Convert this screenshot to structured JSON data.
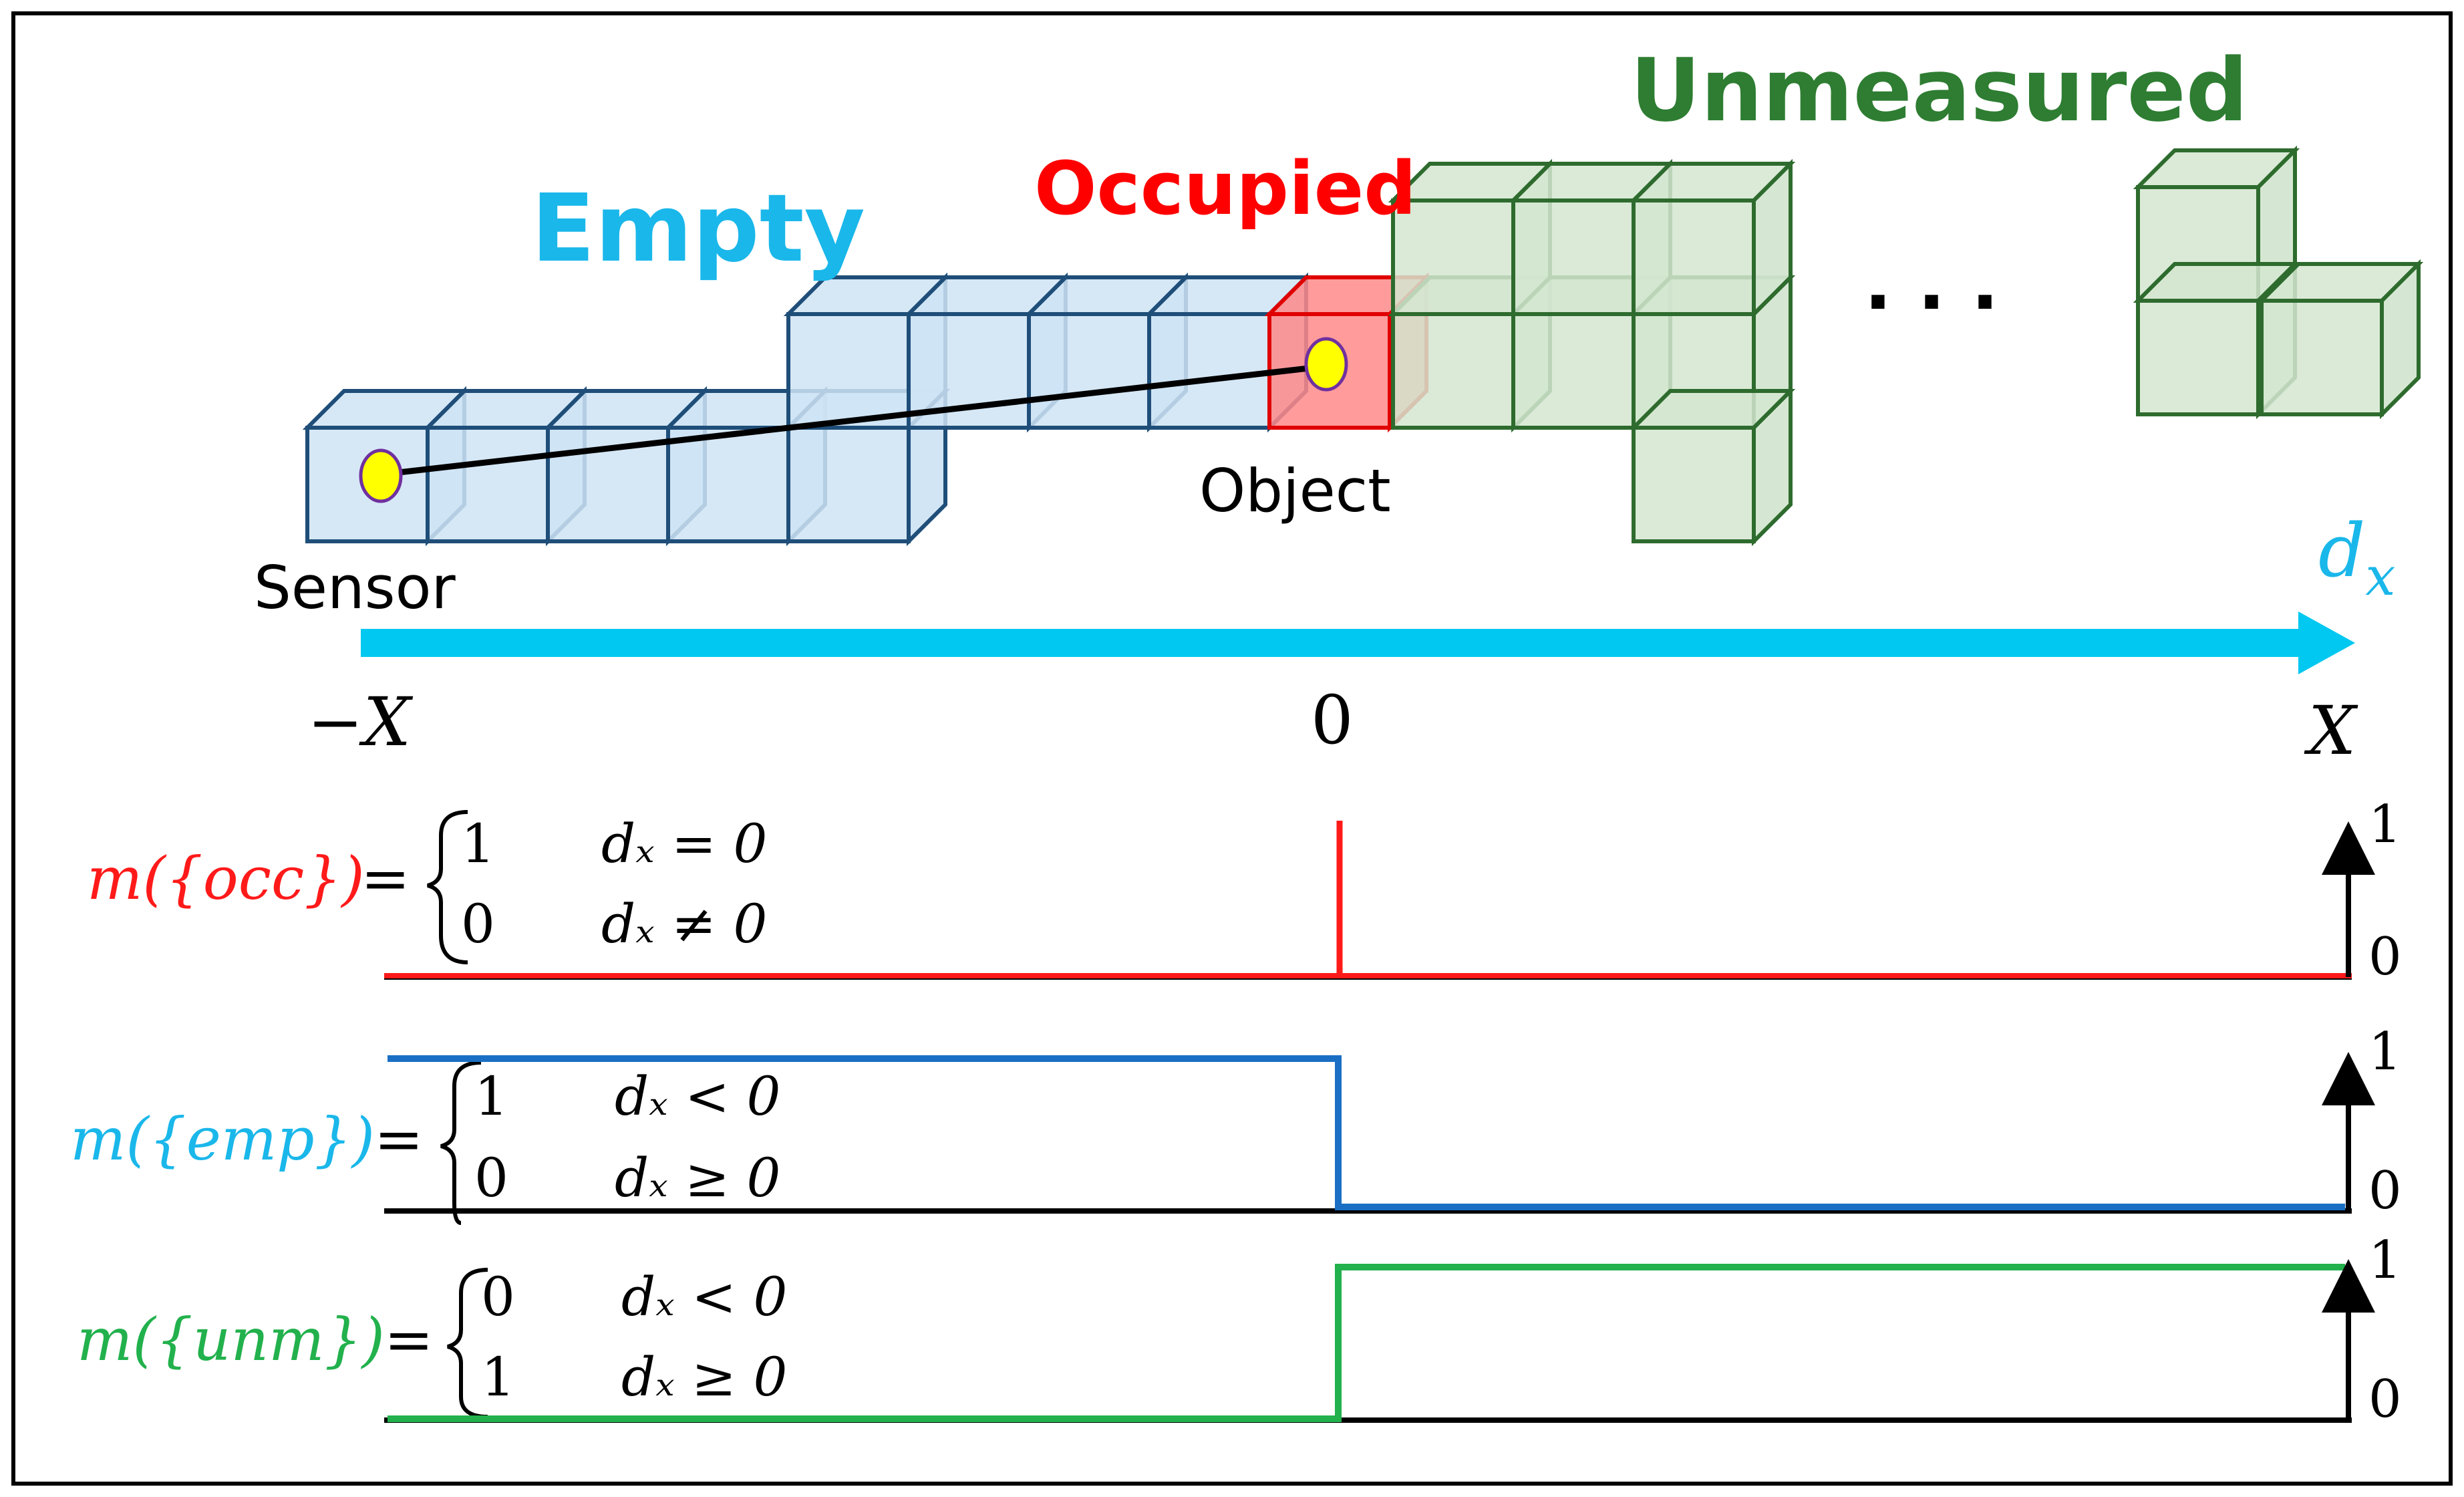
{
  "labels": {
    "empty": "Empty",
    "occupied": "Occupied",
    "unmeasured": "Unmeasured",
    "sensor": "Sensor",
    "object": "Object",
    "ellipsis": "· · ·"
  },
  "axis": {
    "symbol_main": "d",
    "symbol_sub": "x",
    "left": "−X",
    "zero": "0",
    "right": "X"
  },
  "plots": [
    {
      "id": "occ",
      "function": "m({occ})",
      "equals": "=",
      "case_top_value": "1",
      "case_top_cond": "dₓ = 0",
      "case_bottom_value": "0",
      "case_bottom_cond": "dₓ ≠ 0",
      "axis_top": "1",
      "axis_bottom": "0",
      "color": "#ff1a1a"
    },
    {
      "id": "emp",
      "function": "m({emp})",
      "equals": "=",
      "case_top_value": "1",
      "case_top_cond": "dₓ < 0",
      "case_bottom_value": "0",
      "case_bottom_cond": "dₓ ≥ 0",
      "axis_top": "1",
      "axis_bottom": "0",
      "color": "#1a6fc4"
    },
    {
      "id": "unm",
      "function": "m({unm})",
      "equals": "=",
      "case_top_value": "0",
      "case_top_cond": "dₓ < 0",
      "case_bottom_value": "1",
      "case_bottom_cond": "dₓ ≥ 0",
      "axis_top": "1",
      "axis_bottom": "0",
      "color": "#22b14c"
    }
  ],
  "colors": {
    "empty": "#1ab7ea",
    "occupied": "#ff0000",
    "unmeasured": "#2e7d32",
    "axis": "#00c8f0",
    "empty_cube_fill": "#cfe4f4",
    "empty_cube_stroke": "#1f4e79",
    "occupied_cube_fill": "#ff8a8a",
    "unmeasured_cube_fill": "#d3e6d0",
    "unmeasured_cube_stroke": "#2e6b2e",
    "point_fill": "#ffff00",
    "point_stroke": "#7030a0"
  }
}
